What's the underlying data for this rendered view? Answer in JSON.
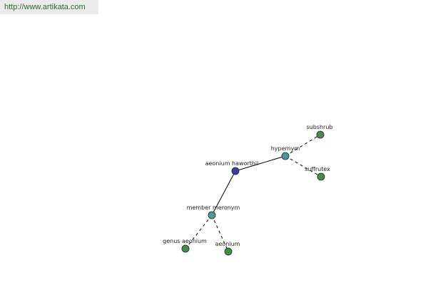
{
  "banner": {
    "url": "http://www.artikata.com"
  },
  "colors": {
    "center_node": "#3b3f9a",
    "relation_node": "#4a9a9a",
    "leaf_node": "#4a8a4a",
    "node_stroke": "#222222",
    "edge": "#000000",
    "banner_text": "#2a6a2a"
  },
  "graph": {
    "nodes": [
      {
        "id": "center",
        "label": "aeonium haworthii",
        "kind": "center"
      },
      {
        "id": "hypernym",
        "label": "hypernym",
        "kind": "relation"
      },
      {
        "id": "member-meronym",
        "label": "member meronym",
        "kind": "relation"
      },
      {
        "id": "subshrub",
        "label": "subshrub",
        "kind": "leaf"
      },
      {
        "id": "suffrutex",
        "label": "suffrutex",
        "kind": "leaf"
      },
      {
        "id": "genus-aeonium",
        "label": "genus aeonium",
        "kind": "leaf"
      },
      {
        "id": "aeonium",
        "label": "aeonium",
        "kind": "leaf"
      }
    ],
    "edges": [
      {
        "from": "center",
        "to": "hypernym",
        "style": "solid"
      },
      {
        "from": "center",
        "to": "member-meronym",
        "style": "solid"
      },
      {
        "from": "hypernym",
        "to": "subshrub",
        "style": "dashed"
      },
      {
        "from": "hypernym",
        "to": "suffrutex",
        "style": "dashed"
      },
      {
        "from": "member-meronym",
        "to": "genus-aeonium",
        "style": "dashed"
      },
      {
        "from": "member-meronym",
        "to": "aeonium",
        "style": "dashed"
      }
    ]
  }
}
